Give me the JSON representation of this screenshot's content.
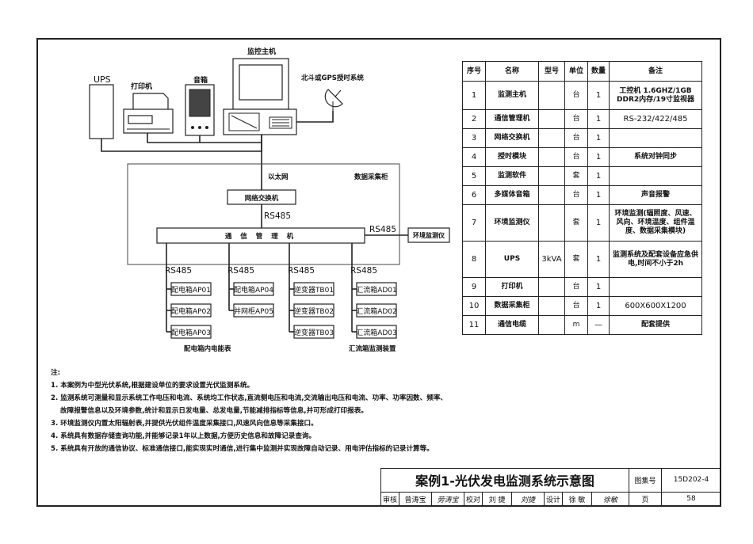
{
  "diagram": {
    "devices": {
      "ups": "UPS",
      "printer": "打印机",
      "speaker": "音箱",
      "host": "监控主机",
      "gps": "北斗或GPS授时系统"
    },
    "cabinet": {
      "ethernet": "以太网",
      "cabinet_label": "数据采集柜",
      "switch": "网络交换机",
      "rs485_top": "RS485",
      "comm_manager": "通 信 管 理 机",
      "rs485_right": "RS485",
      "env_monitor": "环境监测仪"
    },
    "branches": [
      {
        "bus": "RS485",
        "items": [
          "配电箱AP01",
          "配电箱AP02",
          "配电箱AP03"
        ]
      },
      {
        "bus": "RS485",
        "items": [
          "配电箱AP04",
          "并网柜AP05"
        ]
      },
      {
        "bus": "RS485",
        "items": [
          "逆变器TB01",
          "逆变器TB02",
          "逆变器TB03"
        ]
      },
      {
        "bus": "RS485",
        "items": [
          "汇流箱AD01",
          "汇流箱AD02",
          "汇流箱AD03"
        ]
      }
    ],
    "group_labels": [
      "配电箱内电能表",
      "汇流箱监测装置"
    ]
  },
  "table": {
    "headers": [
      "序号",
      "名称",
      "型号",
      "单位",
      "数量",
      "备注"
    ],
    "rows": [
      [
        "1",
        "监测主机",
        "",
        "台",
        "1",
        "工控机 1.6GHZ/1GB DDR2内存/19寸监视器"
      ],
      [
        "2",
        "通信管理机",
        "",
        "台",
        "1",
        "RS-232/422/485"
      ],
      [
        "3",
        "网络交换机",
        "",
        "台",
        "1",
        ""
      ],
      [
        "4",
        "授时模块",
        "",
        "台",
        "1",
        "系统对钟同步"
      ],
      [
        "5",
        "监测软件",
        "",
        "套",
        "1",
        ""
      ],
      [
        "6",
        "多媒体音箱",
        "",
        "台",
        "1",
        "声音报警"
      ],
      [
        "7",
        "环境监测仪",
        "",
        "套",
        "1",
        "环境监测(辐照度、风速、风向、环境温度、组件温度、数据采集模块)"
      ],
      [
        "8",
        "UPS",
        "3kVA",
        "套",
        "1",
        "监测系统及配套设备应急供电,时间不小于2h"
      ],
      [
        "9",
        "打印机",
        "",
        "台",
        "1",
        ""
      ],
      [
        "10",
        "数据采集柜",
        "",
        "台",
        "1",
        "600X600X1200"
      ],
      [
        "11",
        "通信电缆",
        "",
        "m",
        "—",
        "配套提供"
      ]
    ]
  },
  "notes": {
    "heading": "注:",
    "items": [
      "1. 本案例为中型光伏系统,根据建设单位的要求设置光伏监测系统。",
      "2. 监测系统可测量和显示系统工作电压和电流、系统均工作状态,直流侧电压和电流,交流输出电压和电流、功率、功率因数、频率、",
      "故障报警信息以及环境参数,统计和显示日发电量、总发电量,节能减排指标等信息,并可形成打印报表。",
      "3. 环境监测仪内置太阳辐射表,并提供光伏组件温度采集接口,风速风向信息等采集接口。",
      "4. 系统具有数据存储查询功能,并能够记录1年以上数据,方便历史信息和故障记录查询。",
      "5. 系统具有开放的通信协议、标准通信接口,能实现实时通信,进行集中监测并实现故障自动记录、用电评估指标的记录计算等。"
    ]
  },
  "title_block": {
    "title": "案例1-光伏发电监测系统示意图",
    "atlas_label": "图集号",
    "atlas_no": "15D202-4",
    "review": "审核",
    "reviewer": "曾涛宝",
    "review_sign": "劳涛宝",
    "check": "校对",
    "checker": "刘 捷",
    "check_sign": "刘捷",
    "design": "设计",
    "designer": "徐 敏",
    "design_sign": "徐敏",
    "page_label": "页",
    "page_no": "58"
  }
}
